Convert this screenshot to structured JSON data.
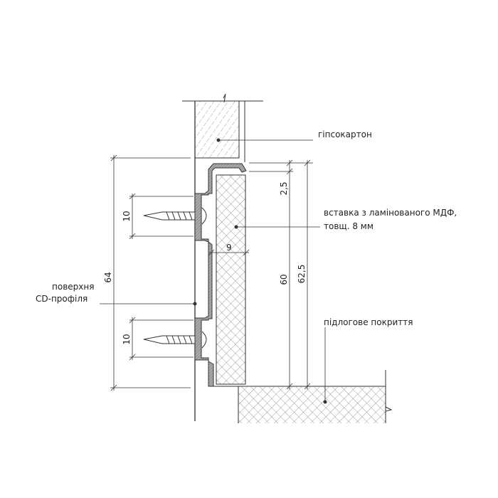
{
  "labels": {
    "drywall": "гіпсокартон",
    "insert_line1": "вставка з ламінованого МДФ,",
    "insert_line2": "товщ. 8 мм",
    "cd_line1": "поверхня",
    "cd_line2": "CD-профіля",
    "floor": "підлогове покриття"
  },
  "dimensions": {
    "total_height": "64",
    "screw_upper": "10",
    "screw_lower": "10",
    "gap": "2,5",
    "insert_offset": "9",
    "insert_height": "60",
    "profile_height": "62,5"
  },
  "colors": {
    "line": "#333333",
    "profile_fill": "#9a9a9a",
    "hatch": "#666666"
  }
}
